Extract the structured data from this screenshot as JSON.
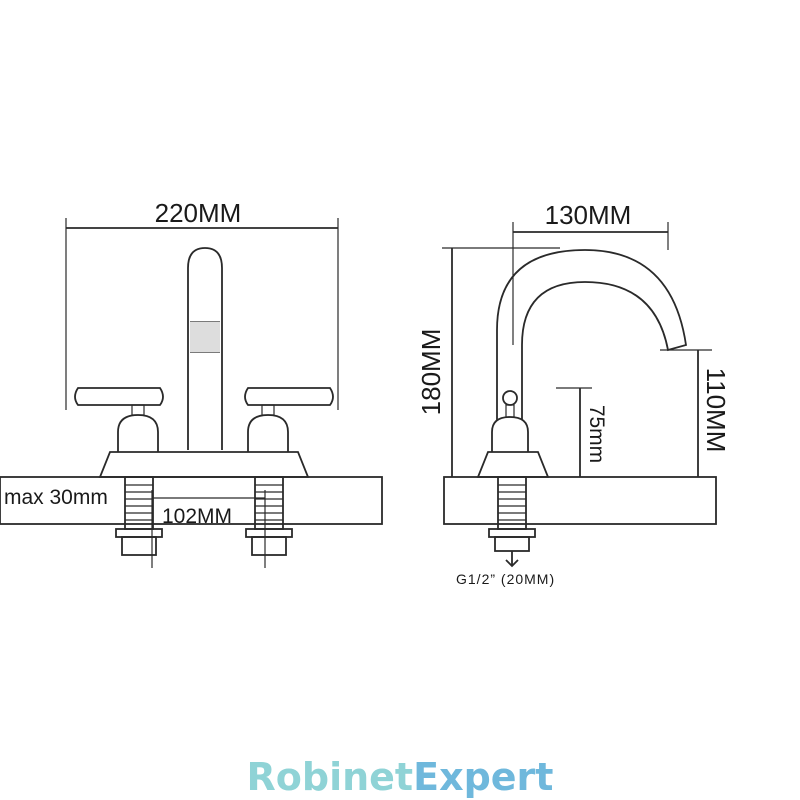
{
  "front_view": {
    "width_label": "220MM",
    "deck_label": "max 30mm",
    "spacing_label": "102MM"
  },
  "side_view": {
    "reach_label": "130MM",
    "height_label": "180MM",
    "spout_height_label": "110MM",
    "handle_height_label": "75mm",
    "thread_label": "G1/2”  (20MM)"
  },
  "logo": {
    "part1": "Robinet",
    "part2": "Expert",
    "color1": "#8fd3d6",
    "color2": "#6fb8dc"
  }
}
